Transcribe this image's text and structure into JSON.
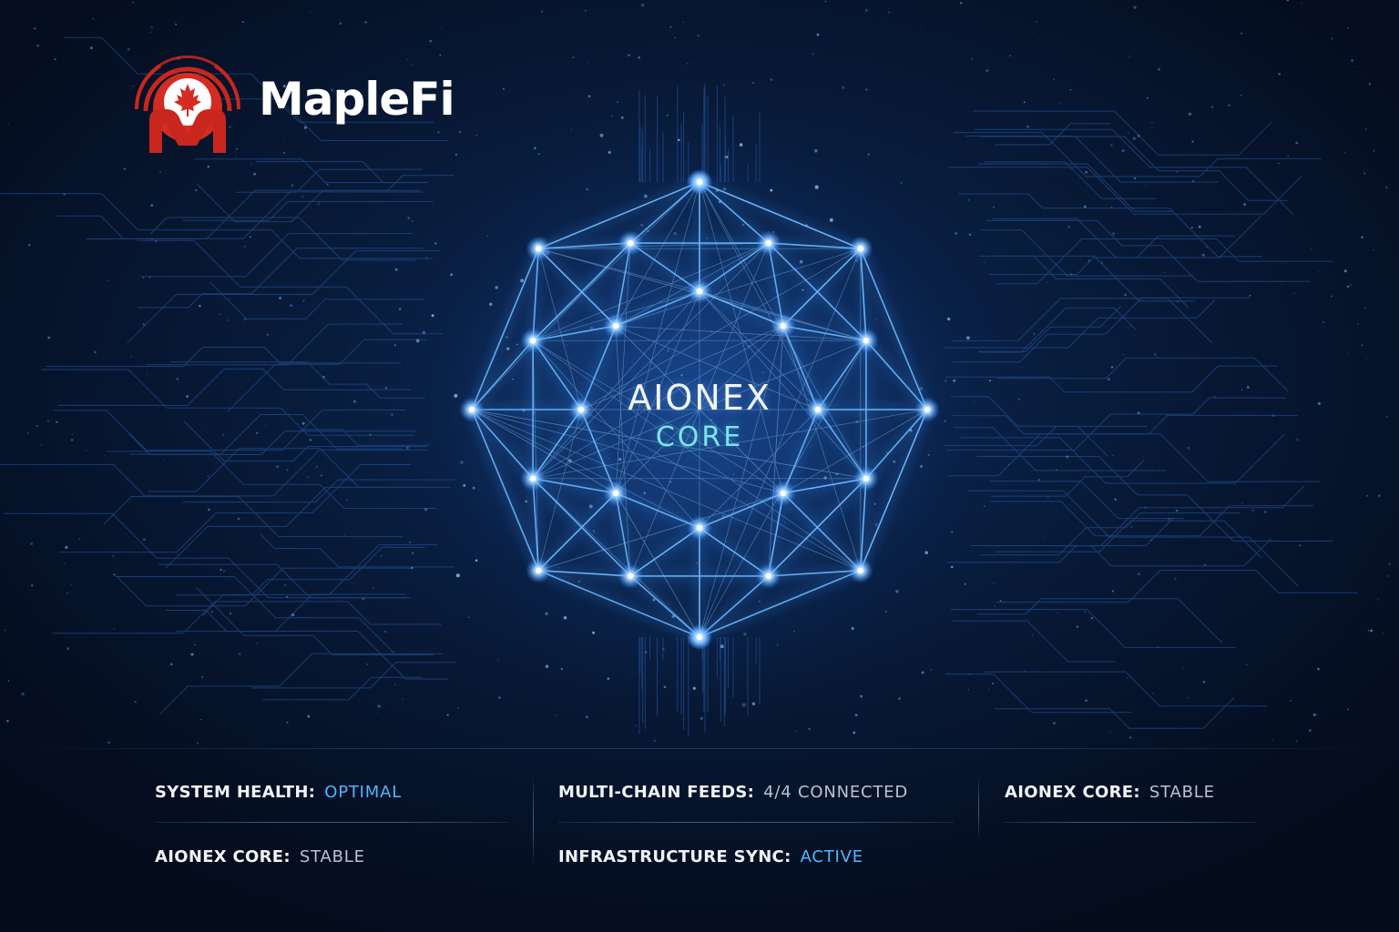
{
  "brand": {
    "name": "MapleFi",
    "logo_icon": "maplefi-maple-leaf-logo-icon",
    "logo_color": "#d42b22"
  },
  "core": {
    "title": "AIONEX",
    "subtitle": "CORE",
    "graphic_icon": "octagonal-network-mesh-icon",
    "glow_color": "#4aa8ff",
    "subtitle_color": "#7fe3f0"
  },
  "status": {
    "system_health": {
      "label": "SYSTEM HEALTH:",
      "value": "OPTIMAL"
    },
    "aionex_core_left": {
      "label": "AIONEX CORE:",
      "value": "STABLE"
    },
    "multi_chain_feeds": {
      "label": "MULTI-CHAIN FEEDS:",
      "value": "4/4 CONNECTED"
    },
    "infrastructure_sync": {
      "label": "INFRASTRUCTURE SYNC:",
      "value": "ACTIVE"
    },
    "aionex_core_right": {
      "label": "AIONEX CORE:",
      "value": "STABLE"
    }
  },
  "colors": {
    "background": "#061226",
    "accent_value": "#4fb6ff",
    "neutral_value": "#b9c2d0",
    "label": "#f0f3f8"
  }
}
